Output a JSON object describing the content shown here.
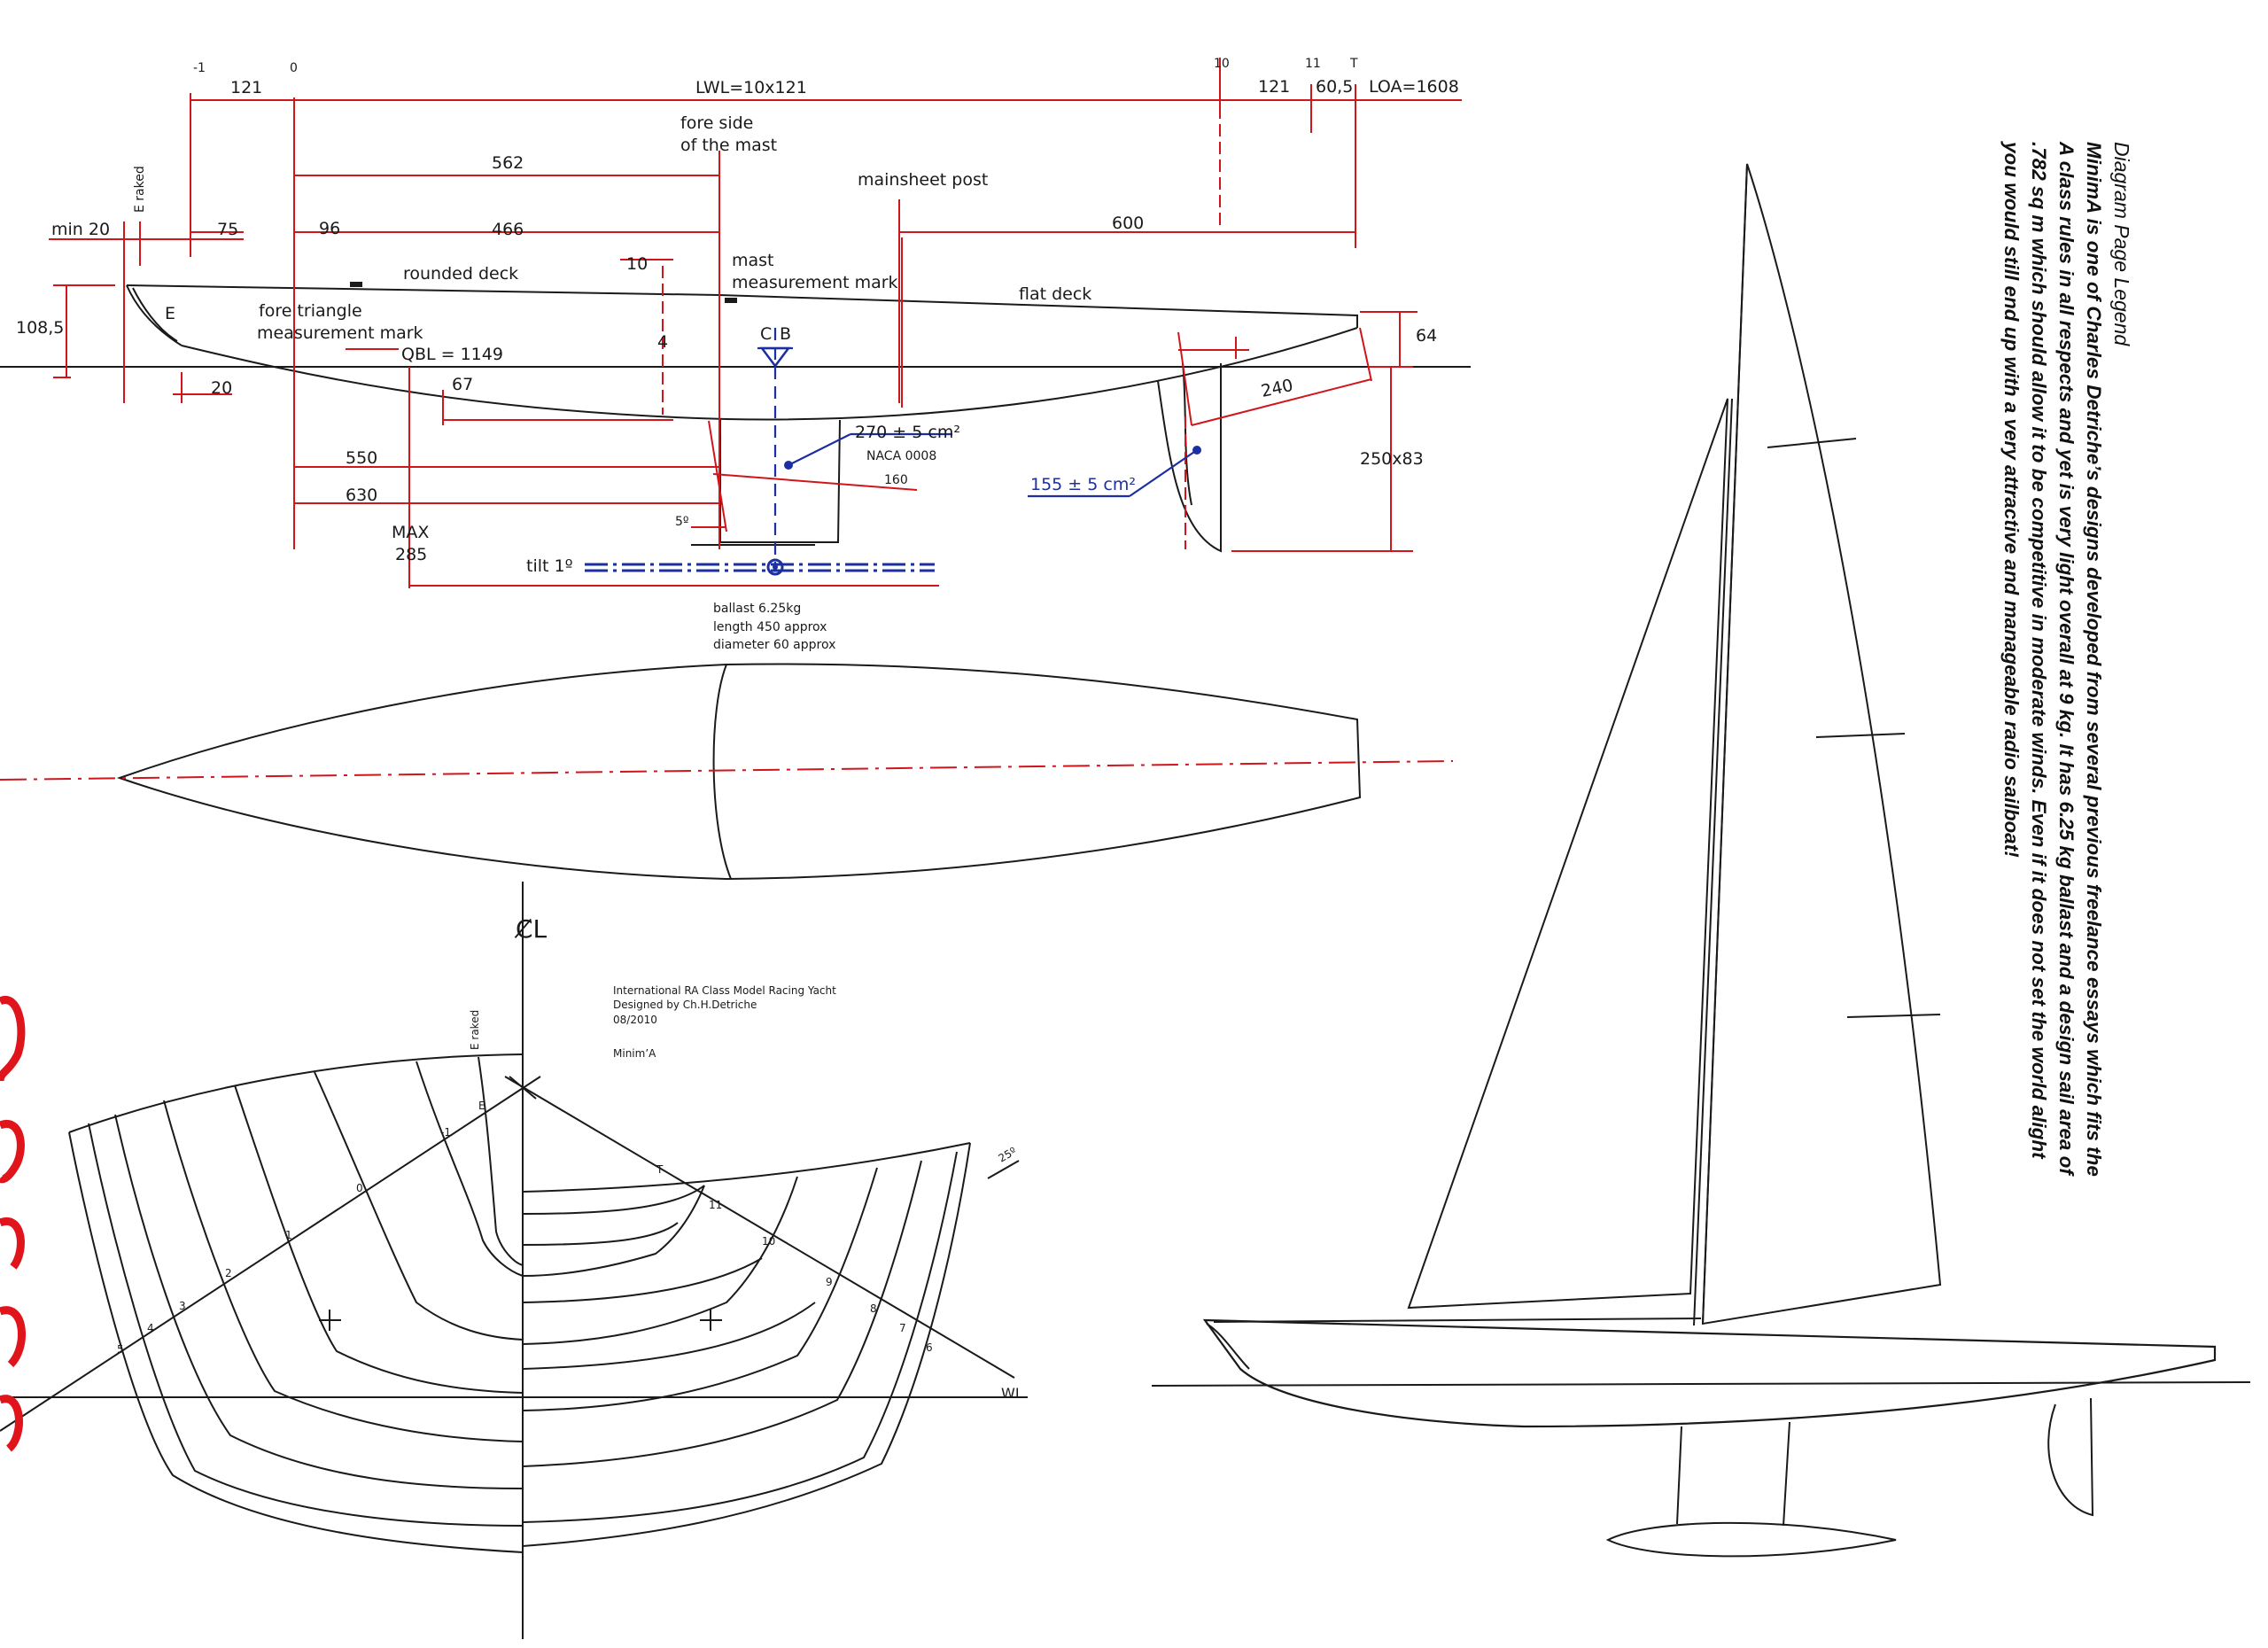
{
  "legend": {
    "title": "Diagram Page Legend",
    "lines": [
      "MinimA is one of Charles Detriche’s designs developed from several previous freelance essays which fits the",
      "A class rules in all respects and yet is very light overall at 9 kg. It has 6.25 kg ballast and a design sail area of",
      ".782 sq m which should allow it to be competitive in moderate winds. Even if it does not set the world alight",
      "you would still end up with a very attractive and manageable radio sailboat!"
    ]
  },
  "profile": {
    "station_labels": {
      "minus1": "-1",
      "zero": "0",
      "ten": "10",
      "eleven": "11",
      "t": "T"
    },
    "dims": {
      "d121_left": "121",
      "lwl": "LWL=10x121",
      "d121_right": "121",
      "d60_5": "60,5",
      "loa": "LOA=1608",
      "d562": "562",
      "min20": "min  20",
      "d75": "75",
      "d96": "96",
      "d466": "466",
      "d600": "600",
      "d10": "10",
      "d108_5": "108,5",
      "d4": "4",
      "d64": "64",
      "d20": "20",
      "d67": "67",
      "d240": "240",
      "d550": "550",
      "d630": "630",
      "d160": "160",
      "d5deg": "5º",
      "max": "MAX",
      "d285": "285",
      "tilt": "tilt 1º",
      "d250x83": "250x83"
    },
    "labels": {
      "fore_side_1": "fore side",
      "fore_side_2": "of the mast",
      "mainsheet_post": "mainsheet post",
      "mast_mark_1": "mast",
      "mast_mark_2": "measurement mark",
      "rounded_deck": "rounded deck",
      "flat_deck": "flat deck",
      "fore_triangle_1": "fore triangle",
      "fore_triangle_2": "measurement mark",
      "qbl": "QBL = 1149",
      "e_raked": "E raked",
      "e": "E",
      "cb_c": "C",
      "cb_b": "B",
      "keel_area": "270 ± 5 cm²",
      "naca": "NACA 0008",
      "rudder_area": "155 ± 5 cm²",
      "ballast_1": "ballast 6.25kg",
      "ballast_2": "length 450 approx",
      "ballast_3": "diameter 60 approx"
    }
  },
  "body_plan": {
    "title_1": "International RA Class Model Racing Yacht",
    "title_2": "Designed by Ch.H.Detriche",
    "title_3": "08/2010",
    "title_4": "Minim’A",
    "cl": "C̸L",
    "wl": "WL",
    "e_raked": "E raked",
    "deg25": "25º",
    "stations": [
      "-1",
      "E",
      "0",
      "1",
      "2",
      "3",
      "4",
      "5",
      "T",
      "11",
      "10",
      "9",
      "8",
      "7",
      "6"
    ]
  },
  "colors": {
    "dimension_lines": "#d0161b",
    "hull_lines": "#1a1a1a",
    "cb_markers": "#1c2fa0"
  }
}
